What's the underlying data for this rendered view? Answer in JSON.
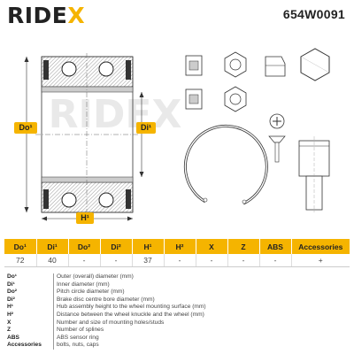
{
  "brand": {
    "name_prefix": "RIDE",
    "name_suffix": "X"
  },
  "part_number": "654W0091",
  "watermark": "RIDEX",
  "diagram_labels": {
    "outer_diameter": "Do¹",
    "inner_diameter": "Di¹",
    "height": "H¹"
  },
  "brand_color": "#f5b400",
  "table": {
    "headers": [
      "Do¹",
      "Di¹",
      "Do²",
      "Di²",
      "H¹",
      "H²",
      "X",
      "Z",
      "ABS",
      "Accessories"
    ],
    "values": [
      "72",
      "40",
      "-",
      "-",
      "37",
      "-",
      "-",
      "-",
      "-",
      "+"
    ]
  },
  "legend": [
    {
      "key": "Do¹",
      "desc": "Outer (overall) diameter (mm)"
    },
    {
      "key": "Di¹",
      "desc": "Inner diameter (mm)"
    },
    {
      "key": "Do²",
      "desc": "Pitch circle diameter (mm)"
    },
    {
      "key": "Di²",
      "desc": "Brake disc centre bore diameter (mm)"
    },
    {
      "key": "H¹",
      "desc": "Hub assembly height to the wheel mounting surface (mm)"
    },
    {
      "key": "H²",
      "desc": "Distance between the wheel knuckle and the wheel (mm)"
    },
    {
      "key": "X",
      "desc": "Number and size of mounting holes/studs"
    },
    {
      "key": "Z",
      "desc": "Number of splines"
    },
    {
      "key": "ABS",
      "desc": "ABS sensor ring"
    },
    {
      "key": "Accessories",
      "desc": "bolts, nuts, caps"
    }
  ]
}
